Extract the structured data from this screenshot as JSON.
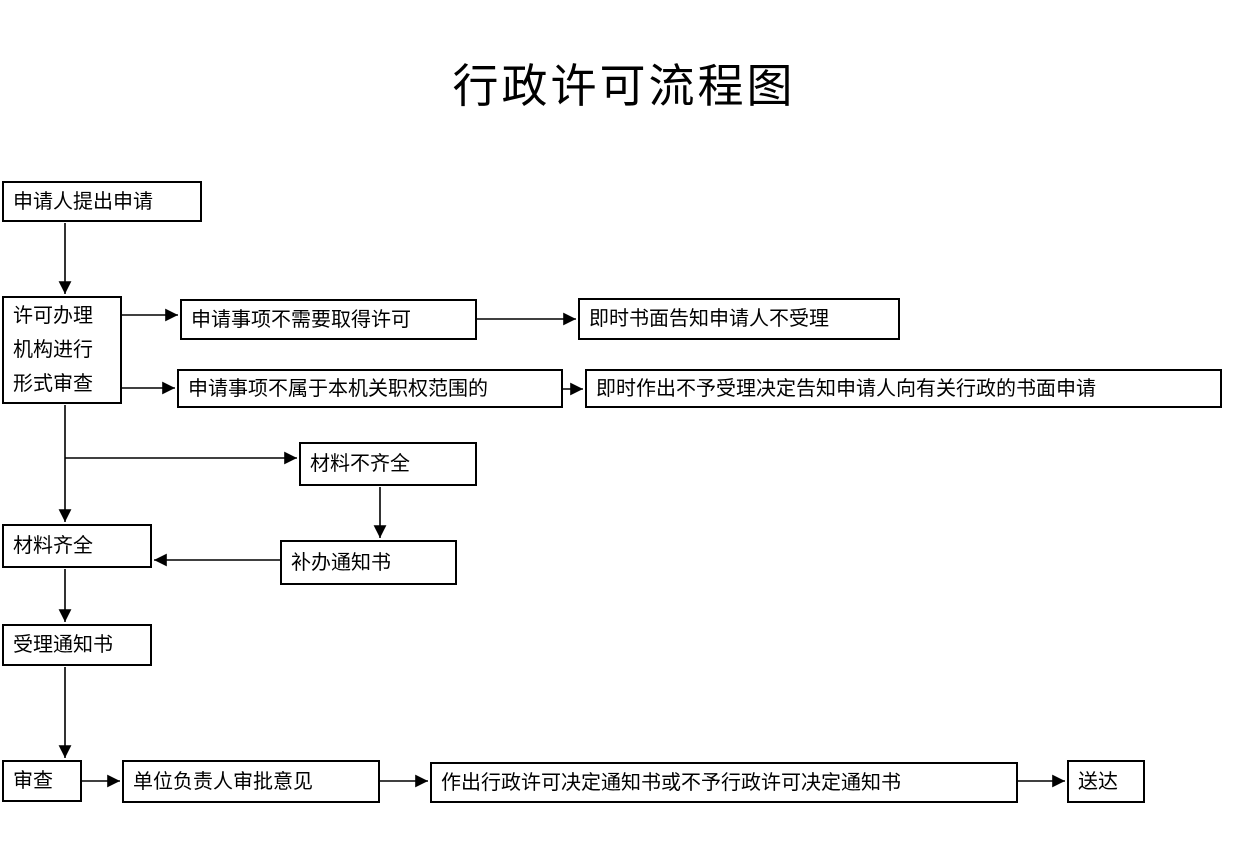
{
  "title": "行政许可流程图",
  "colors": {
    "stroke": "#000000",
    "background": "#ffffff"
  },
  "flowchart": {
    "nodes": {
      "apply": {
        "label": "申请人提出申请"
      },
      "formal_review": {
        "label": "许可办理\n机构进行\n形式审查"
      },
      "no_license_needed": {
        "label": "申请事项不需要取得许可"
      },
      "notify_not_accepted": {
        "label": "即时书面告知申请人不受理"
      },
      "outside_jurisdiction": {
        "label": "申请事项不属于本机关职权范围的"
      },
      "notify_other_authority": {
        "label": "即时作出不予受理决定告知申请人向有关行政的书面申请"
      },
      "materials_incomplete": {
        "label": "材料不齐全"
      },
      "supplement_notice": {
        "label": "补办通知书"
      },
      "materials_complete": {
        "label": "材料齐全"
      },
      "acceptance_notice": {
        "label": "受理通知书"
      },
      "review": {
        "label": "审查"
      },
      "leader_approval": {
        "label": "单位负责人审批意见"
      },
      "decision_notice": {
        "label": "作出行政许可决定通知书或不予行政许可决定通知书"
      },
      "delivery": {
        "label": "送达"
      }
    }
  }
}
